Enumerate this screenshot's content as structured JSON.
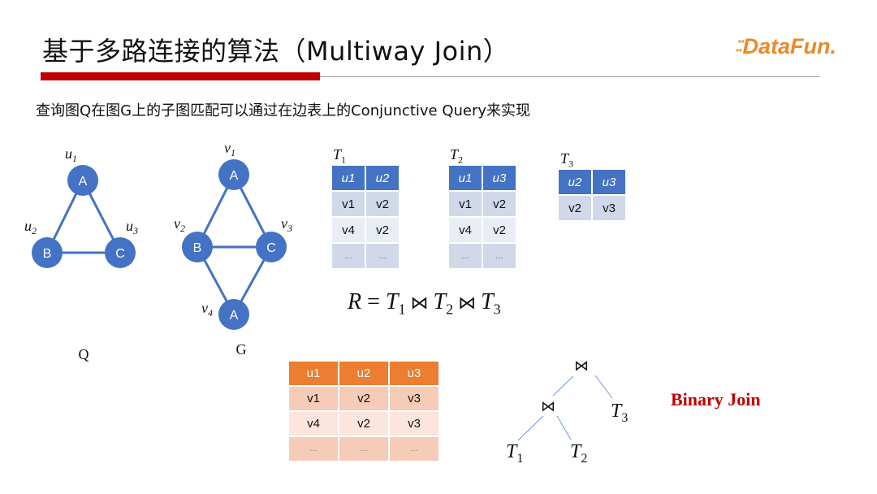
{
  "header": {
    "title": "基于多路连接的算法（Multiway Join）",
    "logo_text": "DataFun.",
    "logo_dots": "⁚⁚"
  },
  "subtitle": "查询图Q在图G上的子图匹配可以通过在边表上的Conjunctive Query来实现",
  "graph_q": {
    "caption": "Q",
    "nodes": [
      {
        "text": "A",
        "label": "u",
        "sub": "1"
      },
      {
        "text": "B",
        "label": "u",
        "sub": "2"
      },
      {
        "text": "C",
        "label": "u",
        "sub": "3"
      }
    ]
  },
  "graph_g": {
    "caption": "G",
    "nodes": [
      {
        "text": "A",
        "label": "v",
        "sub": "1"
      },
      {
        "text": "B",
        "label": "v",
        "sub": "2"
      },
      {
        "text": "C",
        "label": "v",
        "sub": "3"
      },
      {
        "text": "A",
        "label": "v",
        "sub": "4"
      }
    ]
  },
  "tables": {
    "t1": {
      "name": "T",
      "sub": "1",
      "headers": [
        "u1",
        "u2"
      ],
      "rows": [
        [
          "v1",
          "v2"
        ],
        [
          "v4",
          "v2"
        ],
        [
          "…",
          "…"
        ]
      ]
    },
    "t2": {
      "name": "T",
      "sub": "2",
      "headers": [
        "u1",
        "u3"
      ],
      "rows": [
        [
          "v1",
          "v2"
        ],
        [
          "v4",
          "v2"
        ],
        [
          "…",
          "…"
        ]
      ]
    },
    "t3": {
      "name": "T",
      "sub": "3",
      "headers": [
        "u2",
        "u3"
      ],
      "rows": [
        [
          "v2",
          "v3"
        ]
      ]
    },
    "result": {
      "headers": [
        "u1",
        "u2",
        "u3"
      ],
      "rows": [
        [
          "v1",
          "v2",
          "v3"
        ],
        [
          "v4",
          "v2",
          "v3"
        ],
        [
          "…",
          "…",
          "…"
        ]
      ]
    }
  },
  "formula": {
    "lhs": "R",
    "eq": "=",
    "join": "⋈",
    "terms": [
      {
        "name": "T",
        "sub": "1"
      },
      {
        "name": "T",
        "sub": "2"
      },
      {
        "name": "T",
        "sub": "3"
      }
    ]
  },
  "tree": {
    "op": "⋈",
    "leaves": [
      {
        "name": "T",
        "sub": "1"
      },
      {
        "name": "T",
        "sub": "2"
      },
      {
        "name": "T",
        "sub": "3"
      }
    ]
  },
  "binary_join_label": "Binary Join",
  "colors": {
    "node_blue": "#4472c4",
    "edge_blue": "#4472c4",
    "accent_red": "#c00000",
    "orange": "#ed7d31",
    "logo": "#e98b2a"
  }
}
